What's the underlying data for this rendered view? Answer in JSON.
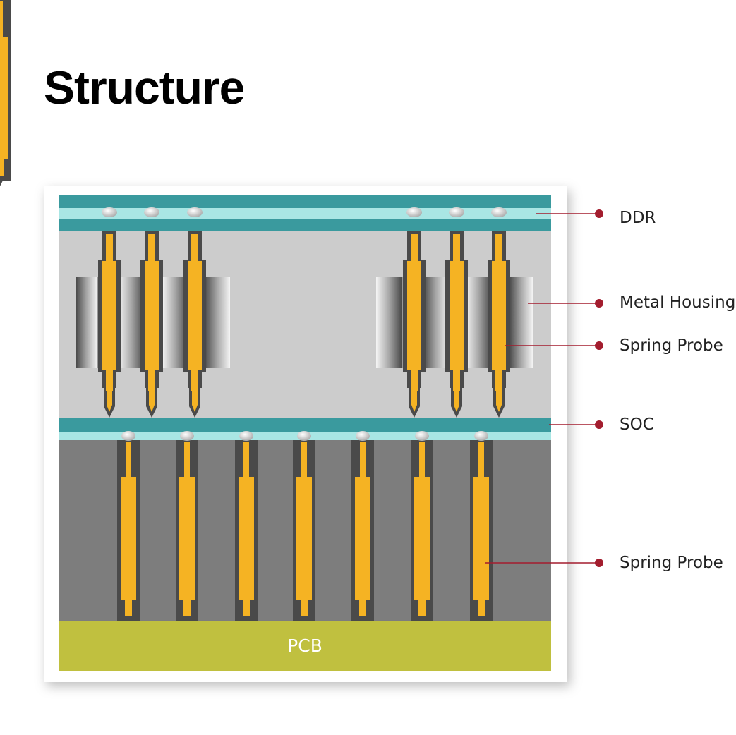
{
  "title": "Structure",
  "labels": {
    "ddr": "DDR",
    "metal_housing": "Metal Housing",
    "spring_probe_upper": "Spring Probe",
    "soc": "SOC",
    "spring_probe_lower": "Spring Probe",
    "pcb": "PCB"
  },
  "colors": {
    "teal": "#3a9a9e",
    "light_cyan": "#a9e6e4",
    "upper_bg": "#cccccc",
    "lower_bg": "#7d7d7d",
    "probe": "#f5b323",
    "probe_outline": "#4a4a4a",
    "pcb": "#c0c03f",
    "leader": "#a31d2e"
  }
}
